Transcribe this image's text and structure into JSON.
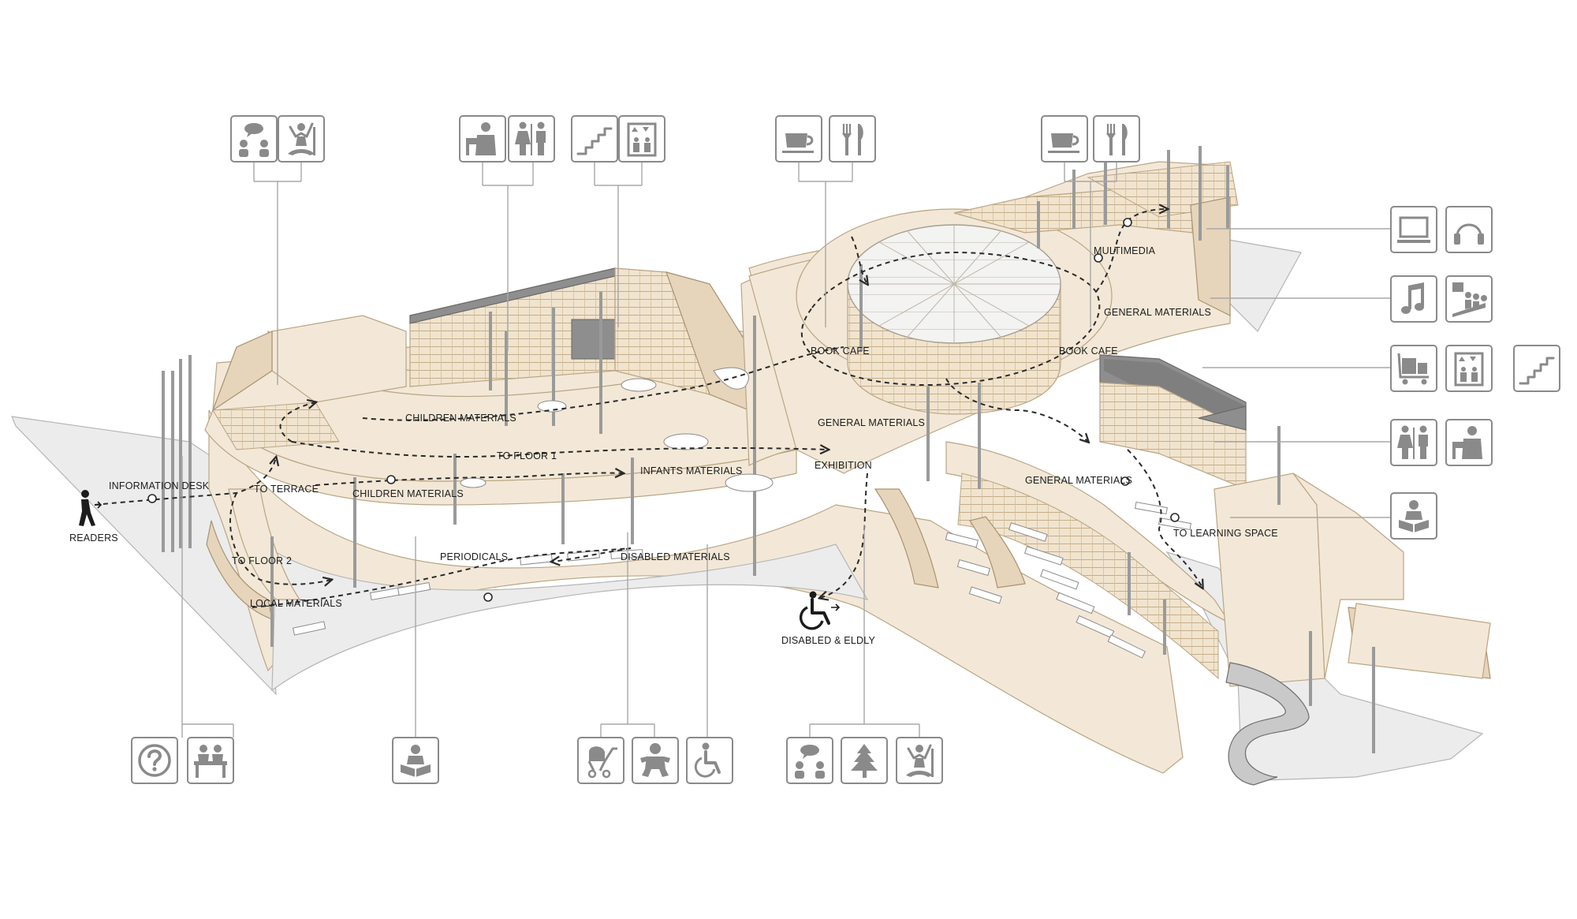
{
  "diagram": {
    "labels": {
      "readers": "READERS",
      "information_desk": "INFORMATION DESK",
      "to_terrace": "TO TERRACE",
      "to_floor_2": "TO FLOOR 2",
      "children_materials_upper": "CHILDREN MATERIALS",
      "children_materials_lower": "CHILDREN MATERIALS",
      "to_floor_1": "TO FLOOR 1",
      "infants_materials": "INFANTS MATERIALS",
      "exhibition": "EXHIBITION",
      "periodicals": "PERIODICALS",
      "disabled_materials": "DISABLED MATERIALS",
      "local_materials": "LOCAL MATERIALS",
      "disabled_eldly": "DISABLED & ELDLY",
      "book_cafe_left": "BOOK CAFE",
      "book_cafe_right": "BOOK CAFE",
      "general_materials_center": "GENERAL MATERIALS",
      "general_materials_upper": "GENERAL MATERIALS",
      "general_materials_right": "GENERAL MATERIALS",
      "multimedia": "MULTIMEDIA",
      "to_learning_space": "TO LEARNING SPACE"
    },
    "icon_groups": {
      "top_1": [
        "discussion-icon",
        "relax-yoga-icon"
      ],
      "top_2": [
        "reception-icon",
        "restroom-icon",
        "stairs-icon",
        "elevator-icon"
      ],
      "top_3": [
        "coffee-icon",
        "dining-icon"
      ],
      "top_4": [
        "coffee-icon",
        "dining-icon"
      ],
      "right_1": [
        "computer-icon",
        "headphones-icon"
      ],
      "right_2": [
        "music-icon",
        "auditorium-icon"
      ],
      "right_3": [
        "luggage-cart-icon",
        "elevator-icon",
        "stairs-icon"
      ],
      "right_4": [
        "restroom-icon",
        "reception-icon"
      ],
      "right_5": [
        "reading-icon"
      ],
      "bottom_1": [
        "question-icon",
        "information-desk-icon"
      ],
      "bottom_2": [
        "reading-icon"
      ],
      "bottom_3": [
        "stroller-icon",
        "baby-icon",
        "wheelchair-icon"
      ],
      "bottom_4": [
        "discussion-icon",
        "tree-icon",
        "relax-yoga-icon"
      ]
    },
    "colors": {
      "wood": "#f3e8d7",
      "icon_gray": "#8a8a8a",
      "ground": "#ececec",
      "route_dash": "#2a2a2a"
    }
  }
}
